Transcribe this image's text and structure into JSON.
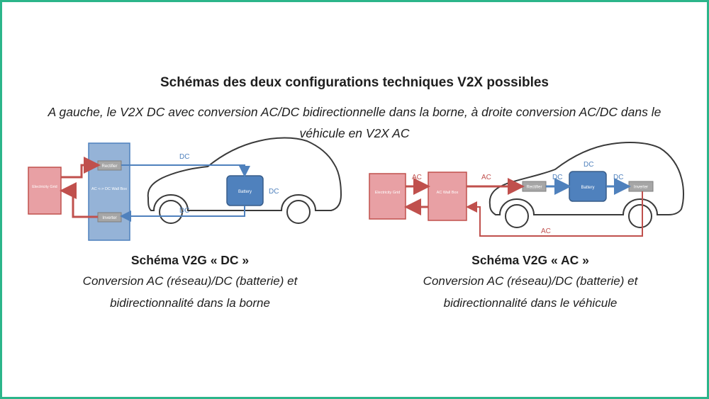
{
  "title": "Schémas des deux configurations techniques V2X possibles",
  "subtitle": "A gauche, le V2X DC avec conversion AC/DC bidirectionnelle dans la borne, à droite conversion AC/DC dans le véhicule en V2X AC",
  "left": {
    "grid_label": "Electricity Grid",
    "wallbox_label": "AC <-> DC Wall Box",
    "rectifier_label": "Rectifier",
    "inverter_label": "Inverter",
    "battery_label": "Battery",
    "dc_top": "DC",
    "dc_battery": "DC",
    "dc_bottom": "DC",
    "caption_title": "Schéma V2G « DC »",
    "caption_line1": "Conversion AC (réseau)/DC (batterie) et",
    "caption_line2": "bidirectionnalité dans la borne"
  },
  "right": {
    "grid_label": "Electricity Grid",
    "wallbox_label": "AC Wall Box",
    "rectifier_label": "Rectifier",
    "inverter_label": "Inverter",
    "battery_label": "Battery",
    "ac_in": "AC",
    "ac_mid": "AC",
    "dc_left": "DC",
    "dc_top": "DC",
    "dc_right": "DC",
    "ac_bottom": "AC",
    "caption_title": "Schéma V2G « AC »",
    "caption_line1": "Conversion AC (réseau)/DC (batterie) et",
    "caption_line2": "bidirectionnalité dans le véhicule"
  },
  "colors": {
    "frame": "#2bb58a",
    "grid_fill": "#e8a0a4",
    "grid_stroke": "#c0504d",
    "wallbox_fill": "#95b3d7",
    "battery_fill": "#4f81bd",
    "converter_fill": "#a6a6a6",
    "ac_line": "#c0504d",
    "dc_line": "#4f81bd"
  }
}
